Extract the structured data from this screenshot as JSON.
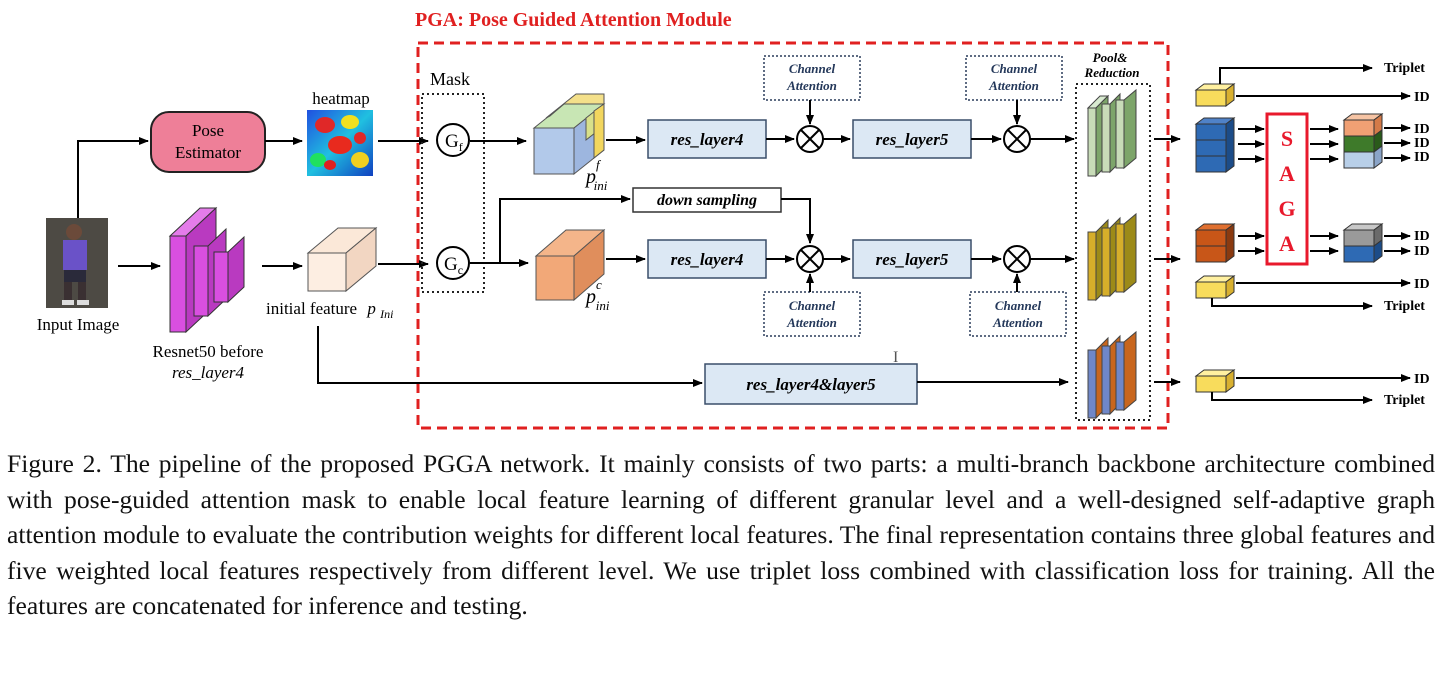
{
  "figure": {
    "module_title": "PGA: Pose Guided Attention Module",
    "colors": {
      "title_red": "#e02020",
      "dashed_red": "#e02020",
      "box_fill": "#dce8f4",
      "box_stroke": "#3a4e6a",
      "estimator_fill": "#ee7f98",
      "resnet_fill": "#d94fe0",
      "saga_red": "#e8192c"
    },
    "labels": {
      "input_image": "Input Image",
      "pose_estimator_line1": "Pose",
      "pose_estimator_line2": "Estimator",
      "heatmap": "heatmap",
      "resnet_line1": "Resnet50 before",
      "resnet_line2": "res_layer4",
      "initial_feature": "initial feature",
      "initial_feature_symbol": "p",
      "initial_feature_sub": "Ini",
      "mask": "Mask",
      "gate_f_letter": "G",
      "gate_f_sub": "f",
      "gate_c_letter": "G",
      "gate_c_sub": "c",
      "p_symbol": "p",
      "p_sup_f": "f",
      "p_sup_c": "c",
      "p_sub": "ini",
      "res_layer4": "res_layer4",
      "res_layer5": "res_layer5",
      "down_sampling": "down sampling",
      "res_layer45": "res_layer4&layer5",
      "channel_line1": "Channel",
      "channel_line2": "Attention",
      "pool_line1": "Pool&",
      "pool_line2": "Reduction",
      "saga_letters": [
        "S",
        "A",
        "G",
        "A"
      ],
      "triplet": "Triplet",
      "id": "ID"
    }
  },
  "caption": "Figure 2. The pipeline of the proposed PGGA network. It mainly consists of two parts: a multi-branch backbone architecture combined with pose-guided attention mask to enable local feature learning of different granular level and a well-designed self-adaptive graph attention module to evaluate the contribution weights for different local features. The final representation contains three global features and five weighted local features respectively from different level. We use triplet loss combined with classification loss for training. All the features are concatenated for inference and testing."
}
